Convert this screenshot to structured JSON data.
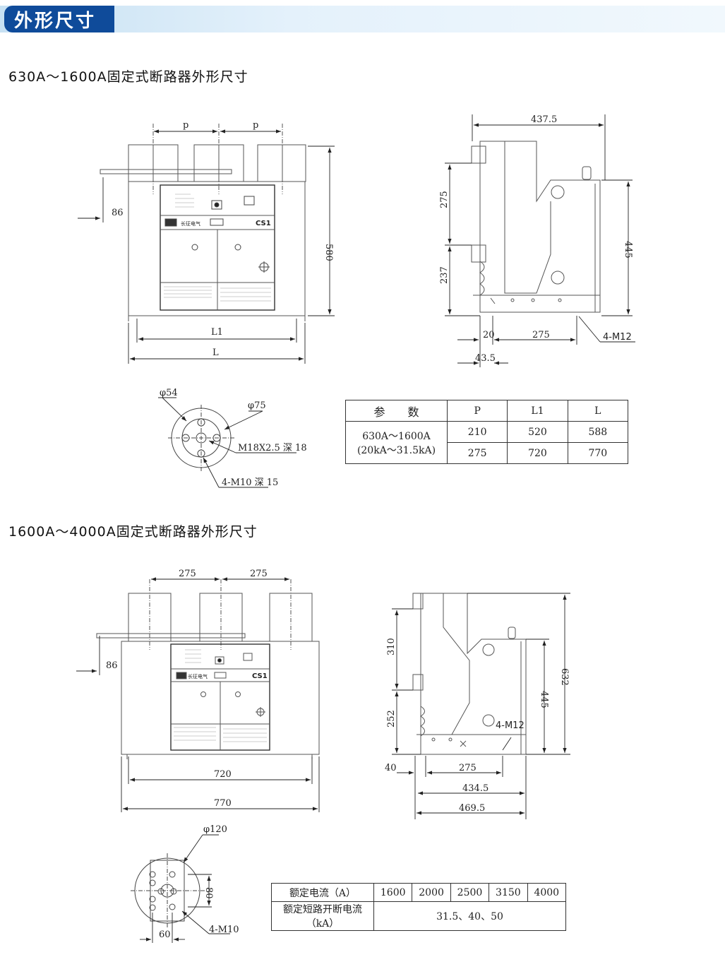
{
  "header": {
    "title": "外形尺寸"
  },
  "section1": {
    "title": "630A～1600A固定式断路器外形尺寸",
    "front": {
      "p1": "p",
      "p2": "p",
      "dim_86": "86",
      "dim_580": "580",
      "dim_L1": "L1",
      "dim_L": "L"
    },
    "panel": {
      "brand": "长征电气",
      "model": "CS1"
    },
    "side": {
      "dim_437": "437.5",
      "dim_275v": "275",
      "dim_237": "237",
      "dim_445": "445",
      "dim_20": "20",
      "dim_275h": "275",
      "dim_43": "43.5",
      "m12": "4-M12"
    },
    "terminal": {
      "d54": "φ54",
      "d75": "φ75",
      "m18": "M18X2.5  深 18",
      "m10": "4-M10  深 15"
    },
    "table": {
      "headers": [
        "参　　数",
        "P",
        "L1",
        "L"
      ],
      "param_line1": "630A～1600A",
      "param_line2": "(20kA～31.5kA)",
      "rows": [
        [
          "210",
          "520",
          "588"
        ],
        [
          "275",
          "720",
          "770"
        ]
      ]
    }
  },
  "section2": {
    "title": "1600A～4000A固定式断路器外形尺寸",
    "front": {
      "p1": "275",
      "p2": "275",
      "dim_86": "86",
      "dim_720": "720",
      "dim_770": "770"
    },
    "panel": {
      "brand": "长征电气",
      "model": "CS1"
    },
    "side": {
      "dim_310": "310",
      "dim_252": "252",
      "dim_632": "632",
      "dim_445": "445",
      "dim_40": "40",
      "dim_275": "275",
      "dim_434": "434.5",
      "dim_469": "469.5",
      "m12": "4-M12"
    },
    "terminal": {
      "d120": "φ120",
      "d80": "80",
      "d60": "60",
      "m10": "4-M10"
    },
    "table": {
      "row1_label": "额定电流（A）",
      "currents": [
        "1600",
        "2000",
        "2500",
        "3150",
        "4000"
      ],
      "row2_label": "额定短路开断电流（kA）",
      "breaking": "31.5、40、50"
    }
  }
}
